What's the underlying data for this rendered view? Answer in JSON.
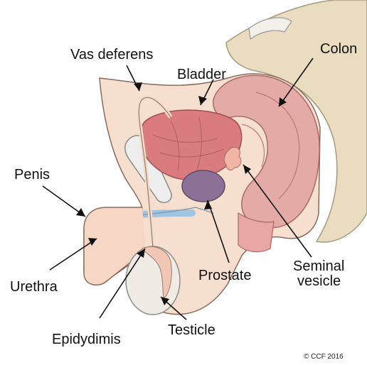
{
  "labels": {
    "vas_deferens": "Vas deferens",
    "bladder": "Bladder",
    "colon": "Colon",
    "penis": "Penis",
    "urethra": "Urethra",
    "prostate": "Prostate",
    "seminal_vesicle": [
      "Seminal",
      "vesicle"
    ],
    "epidydimis": "Epidydimis",
    "testicle": "Testicle"
  },
  "copyright": "© CCF 2016",
  "colors": {
    "skin": "#f6dccb",
    "skin_outline": "#8a6b5e",
    "bladder": "#d9787c",
    "bladder_dark": "#b55a5f",
    "colon": "#e2a9a4",
    "prostate": "#8b6f93",
    "testicle": "#f1ece8",
    "bone": "#e8dcc2",
    "urethra_blue": "#8fb7dc"
  }
}
